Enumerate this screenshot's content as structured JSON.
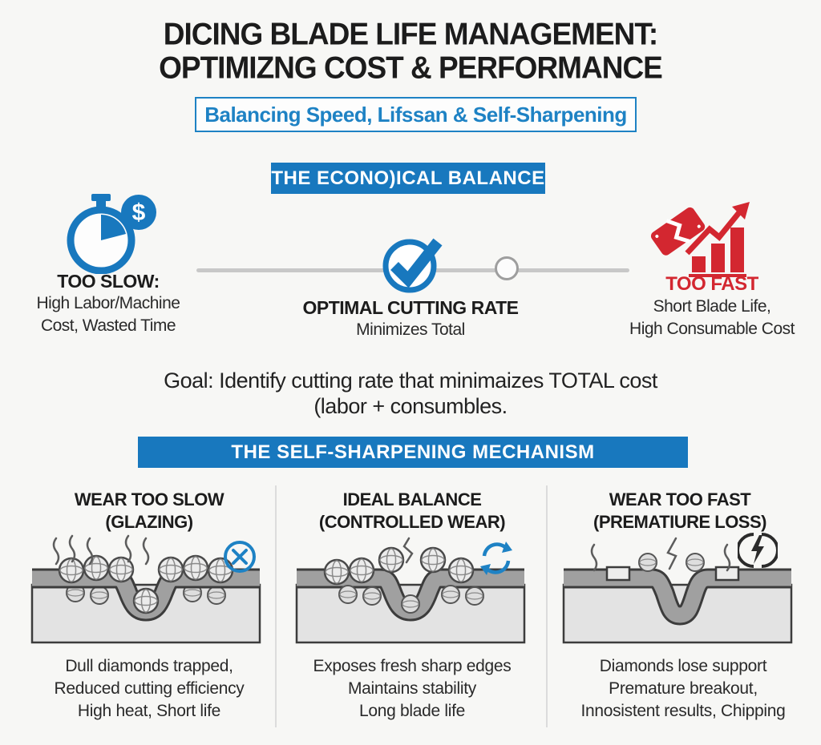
{
  "header": {
    "title_line1": "DICING BLADE LIFE MANAGEMENT:",
    "title_line2": "OPTIMIZNG COST & PERFORMANCE",
    "subtitle": "Balancing Speed, Lifssan & Self-Sharpening"
  },
  "balance": {
    "banner": "THE ECONO)ICAL BALANCE",
    "slow_heading": "TOO SLOW:",
    "slow_line1": "High Labor/Machine",
    "slow_line2": "Cost, Wasted Time",
    "optimal_heading": "OPTIMAL CUTTING RATE",
    "optimal_sub": "Minimizes Total",
    "fast_heading": "TOO FAST",
    "fast_line1": "Short Blade Life,",
    "fast_line2": "High Consumable Cost",
    "dollar": "$",
    "goal_line1": "Goal: Identify cutting rate that minimaizes TOTAL cost",
    "goal_line2": "(labor + consumbles."
  },
  "mechanism": {
    "banner": "THE SELF-SHARPENING MECHANISM",
    "columns": [
      {
        "heading_line1": "WEAR TOO SLOW",
        "heading_line2": "(GLAZING)",
        "corner_icon": "crossed-circle-icon",
        "desc_line1": "Dull diamonds trapped,",
        "desc_line2": "Reduced cutting efficiency",
        "desc_line3": "High heat, Short life"
      },
      {
        "heading_line1": "IDEAL BALANCE",
        "heading_line2": "(CONTROLLED WEAR)",
        "corner_icon": "refresh-cycle-icon",
        "desc_line1": "Exposes fresh sharp edges",
        "desc_line2": "Maintains stability",
        "desc_line3": "Long blade life"
      },
      {
        "heading_line1": "WEAR TOO FAST",
        "heading_line2": "(PREMATIURE LOSS)",
        "corner_icon": "lightning-circle-icon",
        "desc_line1": "Diamonds lose support",
        "desc_line2": "Premature breakout,",
        "desc_line3": "Innosistent results, Chipping"
      }
    ]
  },
  "icons": {
    "left": "stopwatch-dollar-icon",
    "center": "check-circle-icon",
    "right": "broken-money-rising-chart-icon"
  },
  "colors": {
    "accent_blue": "#1878be",
    "accent_red": "#d32730",
    "track_gray": "#c8c8c8",
    "text_dark": "#1c1c1c"
  }
}
